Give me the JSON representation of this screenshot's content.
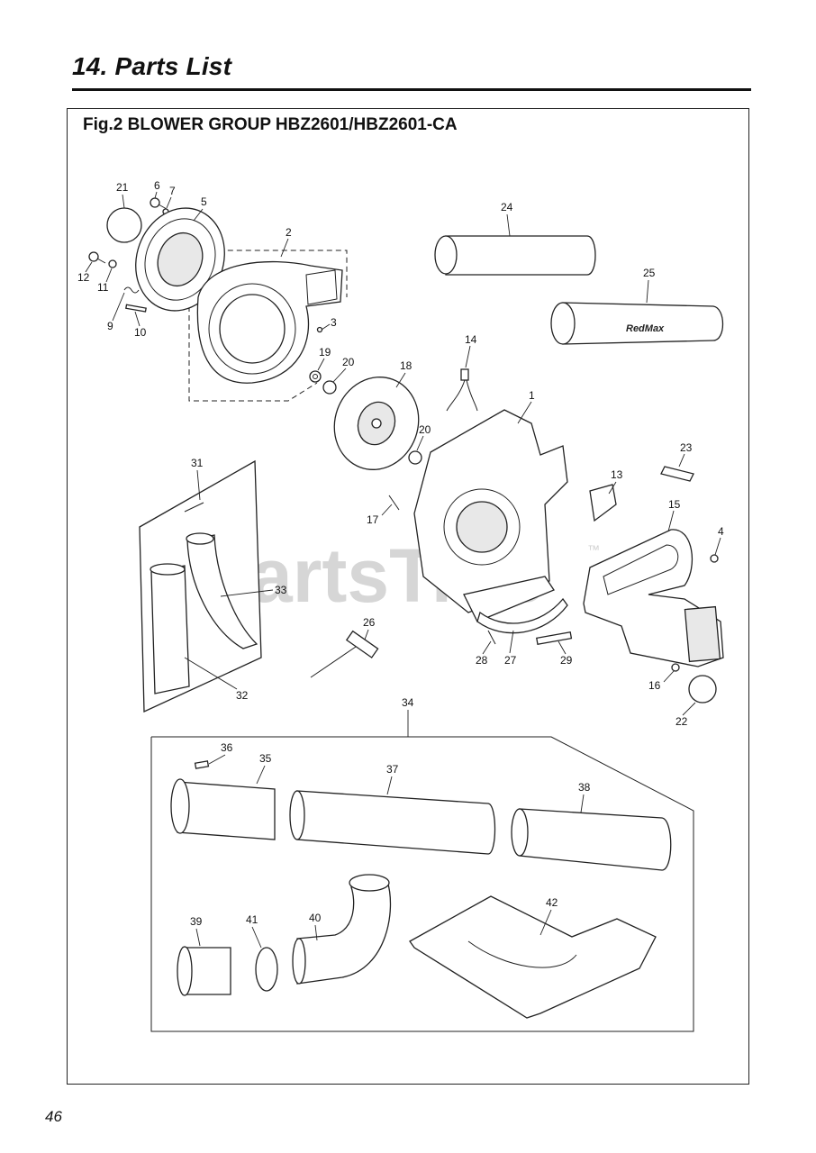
{
  "page": {
    "section_title": "14. Parts List",
    "figure_title": "Fig.2 BLOWER GROUP HBZ2601/HBZ2601-CA",
    "page_number": "46",
    "watermark": "PartsTree",
    "watermark_tm": "™",
    "brand_logo_text": "RedMax"
  },
  "callouts": [
    "1",
    "2",
    "3",
    "4",
    "5",
    "6",
    "7",
    "9",
    "10",
    "11",
    "12",
    "13",
    "14",
    "15",
    "16",
    "17",
    "18",
    "19",
    "20",
    "20",
    "21",
    "22",
    "23",
    "24",
    "25",
    "26",
    "27",
    "28",
    "29",
    "31",
    "32",
    "33",
    "34",
    "35",
    "36",
    "37",
    "38",
    "39",
    "40",
    "41",
    "42"
  ]
}
